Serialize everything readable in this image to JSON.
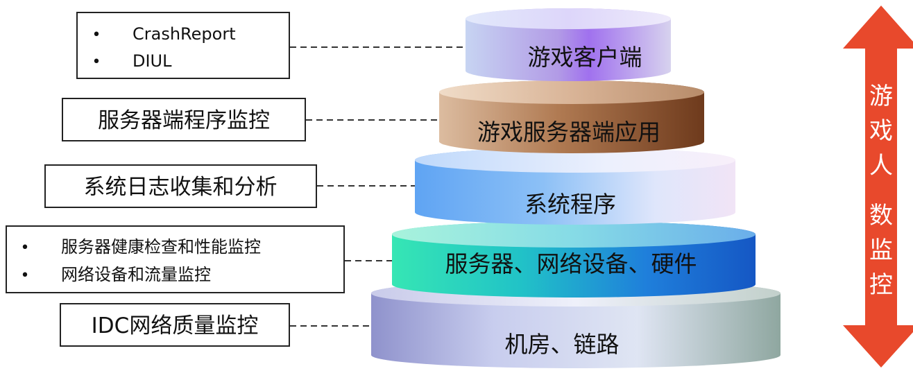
{
  "layers": [
    {
      "id": "client",
      "label": "游戏客户端"
    },
    {
      "id": "app",
      "label": "游戏服务器端应用"
    },
    {
      "id": "system",
      "label": "系统程序"
    },
    {
      "id": "hardware",
      "label": "服务器、网络设备、硬件"
    },
    {
      "id": "idc",
      "label": "机房、链路"
    }
  ],
  "boxes": [
    {
      "id": "client",
      "bullets": [
        "CrashReport",
        "DIUL"
      ]
    },
    {
      "id": "app",
      "text": "服务器端程序监控"
    },
    {
      "id": "system",
      "text": "系统日志收集和分析"
    },
    {
      "id": "hardware",
      "bullets": [
        "服务器健康检查和性能监控",
        "网络设备和流量监控"
      ]
    },
    {
      "id": "idc",
      "text": "IDC网络质量监控"
    }
  ],
  "bullet_char": "•",
  "side_arrow": {
    "chars": [
      "游",
      "戏",
      "人",
      "数",
      "监",
      "控"
    ],
    "color": "#e8492c"
  }
}
